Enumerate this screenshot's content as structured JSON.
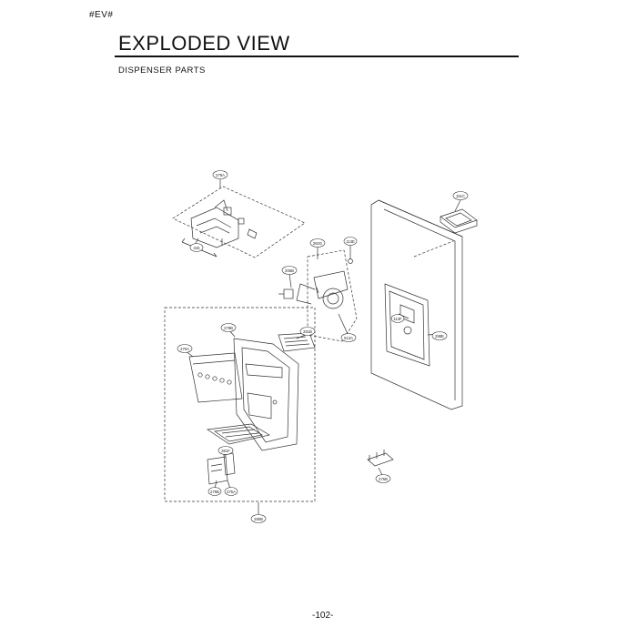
{
  "header": {
    "tag": "#EV#",
    "title": "EXPLODED VIEW",
    "subtitle": "DISPENSER  PARTS"
  },
  "callouts": {
    "c278A": "278A",
    "c315": "315",
    "c282G": "282G",
    "c113E": "113E",
    "c205B": "205B",
    "c513A": "513A",
    "c151C": "151C",
    "c113F": "113F",
    "c298E": "298E",
    "c278B": "278B",
    "c251B": "251B",
    "c270A": "270A",
    "c281F": "281F",
    "c279B": "279B",
    "c275A": "275A",
    "c280B": "280B",
    "c276B": "276B"
  },
  "footer": {
    "page_number": "-102-"
  }
}
